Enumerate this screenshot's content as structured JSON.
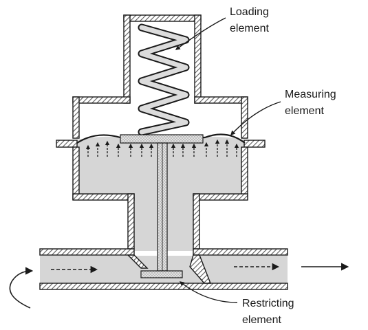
{
  "labels": {
    "loading": [
      "Loading",
      "element"
    ],
    "measuring": [
      "Measuring",
      "element"
    ],
    "restricting": [
      "Restricting",
      "element"
    ]
  },
  "colors": {
    "wall_hatch": "#5a5a5a",
    "fluid": "#d6d6d6",
    "stipple": "#9a9a9a",
    "ink": "#1a1a1a",
    "background": "#ffffff"
  },
  "icons": {
    "flow_arrows": "dashed-arrow-right",
    "outlet_arrow": "solid-arrow-right",
    "inlet_curve": "curved-arrow"
  }
}
